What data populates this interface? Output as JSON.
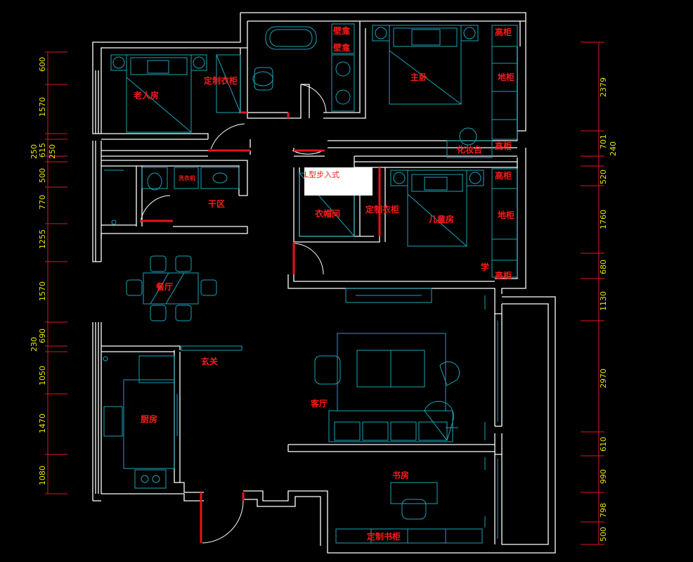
{
  "colors": {
    "background": "#000000",
    "wall": "#ffffff",
    "furniture": "#1aa3b8",
    "label": "#ff1a1a",
    "dimension_line": "#e8121e",
    "dimension_text": "#e6e600"
  },
  "rooms": {
    "elderly_room": "老人房",
    "custom_wardrobe_1": "定制衣柜",
    "master_bedroom": "主卧",
    "tall_cabinet_1": "高柜",
    "tall_cabinet_2": "高柜",
    "tall_cabinet_3": "高柜",
    "tall_cabinet_4": "高柜",
    "floor_cabinet_1": "地柜",
    "floor_cabinet_2": "地柜",
    "vanity": "化妆台",
    "bath_label_1": "壁龛",
    "bath_label_2": "壁龛",
    "dry_area": "干区",
    "cloakroom": "衣帽间",
    "custom_wardrobe_2": "定制衣柜",
    "children_room": "儿童房",
    "study_desk": "学",
    "dining": "餐厅",
    "entrance": "玄关",
    "living_room": "客厅",
    "kitchen": "厨房",
    "study": "书房",
    "custom_bookcase": "定制书柜",
    "sink_label": "洗衣机",
    "l_callout": "L型步入式"
  },
  "dimensions_left": [
    "600",
    "1570",
    "250",
    "615",
    "250",
    "500",
    "770",
    "1255",
    "1570",
    "690",
    "230",
    "1050",
    "1470",
    "1080"
  ],
  "dimensions_right": [
    "2379",
    "701",
    "240",
    "520",
    "1760",
    "680",
    "1130",
    "2970",
    "610",
    "990",
    "798",
    "500"
  ]
}
